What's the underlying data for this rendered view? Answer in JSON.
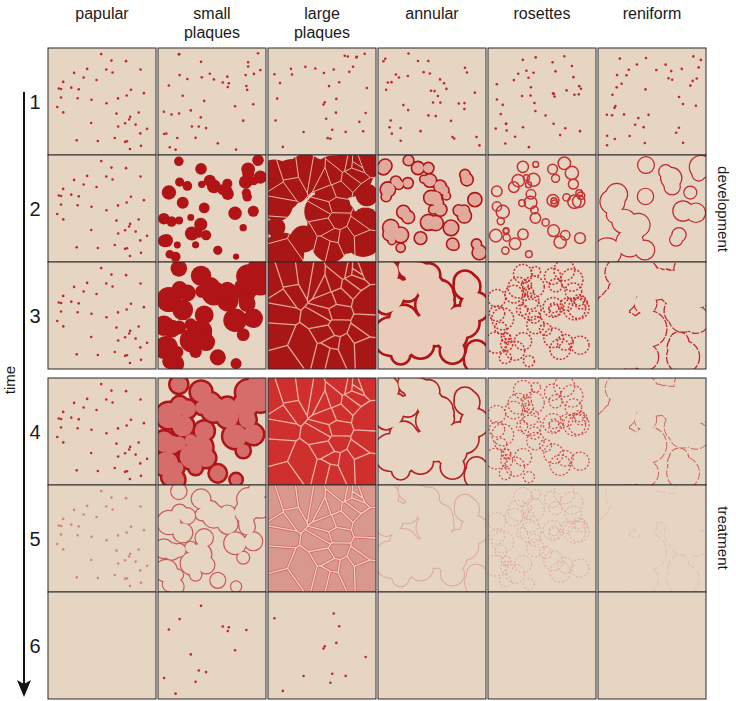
{
  "diagram": {
    "labels": [
      "papular",
      "small plaques",
      "large plaques",
      "annular",
      "rosettes",
      "reniform",
      "1",
      "2",
      "development",
      "3",
      "time",
      "4",
      "5",
      "treatment",
      "6"
    ]
  }
}
